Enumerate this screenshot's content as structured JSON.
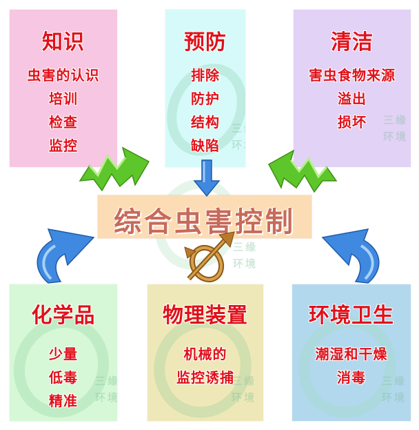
{
  "center_title": "综合虫害控制",
  "watermark_text": [
    "三缘",
    "环境"
  ],
  "boxes": {
    "knowledge": {
      "title": "知识",
      "items": [
        "虫害的认识",
        "培训",
        "检查",
        "监控"
      ],
      "color": "#f6c6e2"
    },
    "prevention": {
      "title": "预防",
      "items": [
        "排除",
        "防护",
        "结构",
        "缺陷"
      ],
      "color": "#d6fafa"
    },
    "cleaning": {
      "title": "清洁",
      "items": [
        "害虫食物来源",
        "溢出",
        "损坏"
      ],
      "color": "#e2d2f6"
    },
    "chemicals": {
      "title": "化学品",
      "items": [
        "少量",
        "低毒",
        "精准"
      ],
      "color": "#d6f8d6"
    },
    "physical": {
      "title": "物理装置",
      "items": [
        "机械的",
        "监控诱捕"
      ],
      "color": "#eee8b8"
    },
    "hygiene": {
      "title": "环境卫生",
      "items": [
        "潮湿和干燥",
        "消毒"
      ],
      "color": "#b2d8ee"
    }
  },
  "colors": {
    "title_red": "#e0101a",
    "green_arrow": "#5dc62a",
    "blue_arrow": "#3f89e0",
    "center_banner": "#fcdcb5"
  }
}
